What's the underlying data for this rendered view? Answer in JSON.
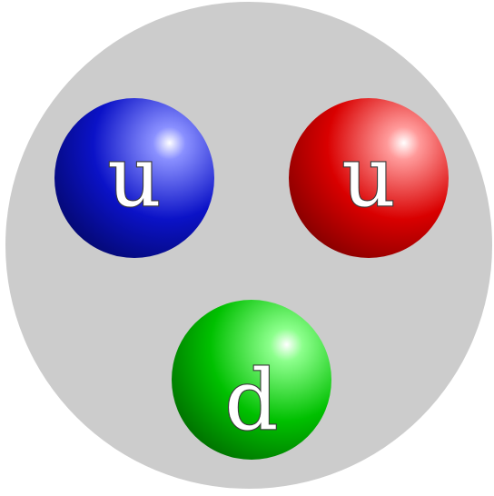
{
  "background": {
    "outer_color": "#ffffff",
    "circle_color": "#cccccc"
  },
  "quarks": [
    {
      "letter": "u",
      "color": "#0b12c7",
      "highlight": "#8a90ff",
      "shadow": "#030766"
    },
    {
      "letter": "u",
      "color": "#d90000",
      "highlight": "#ff9a9a",
      "shadow": "#7a0000"
    },
    {
      "letter": "d",
      "color": "#00c000",
      "highlight": "#8cff8c",
      "shadow": "#006400"
    }
  ]
}
